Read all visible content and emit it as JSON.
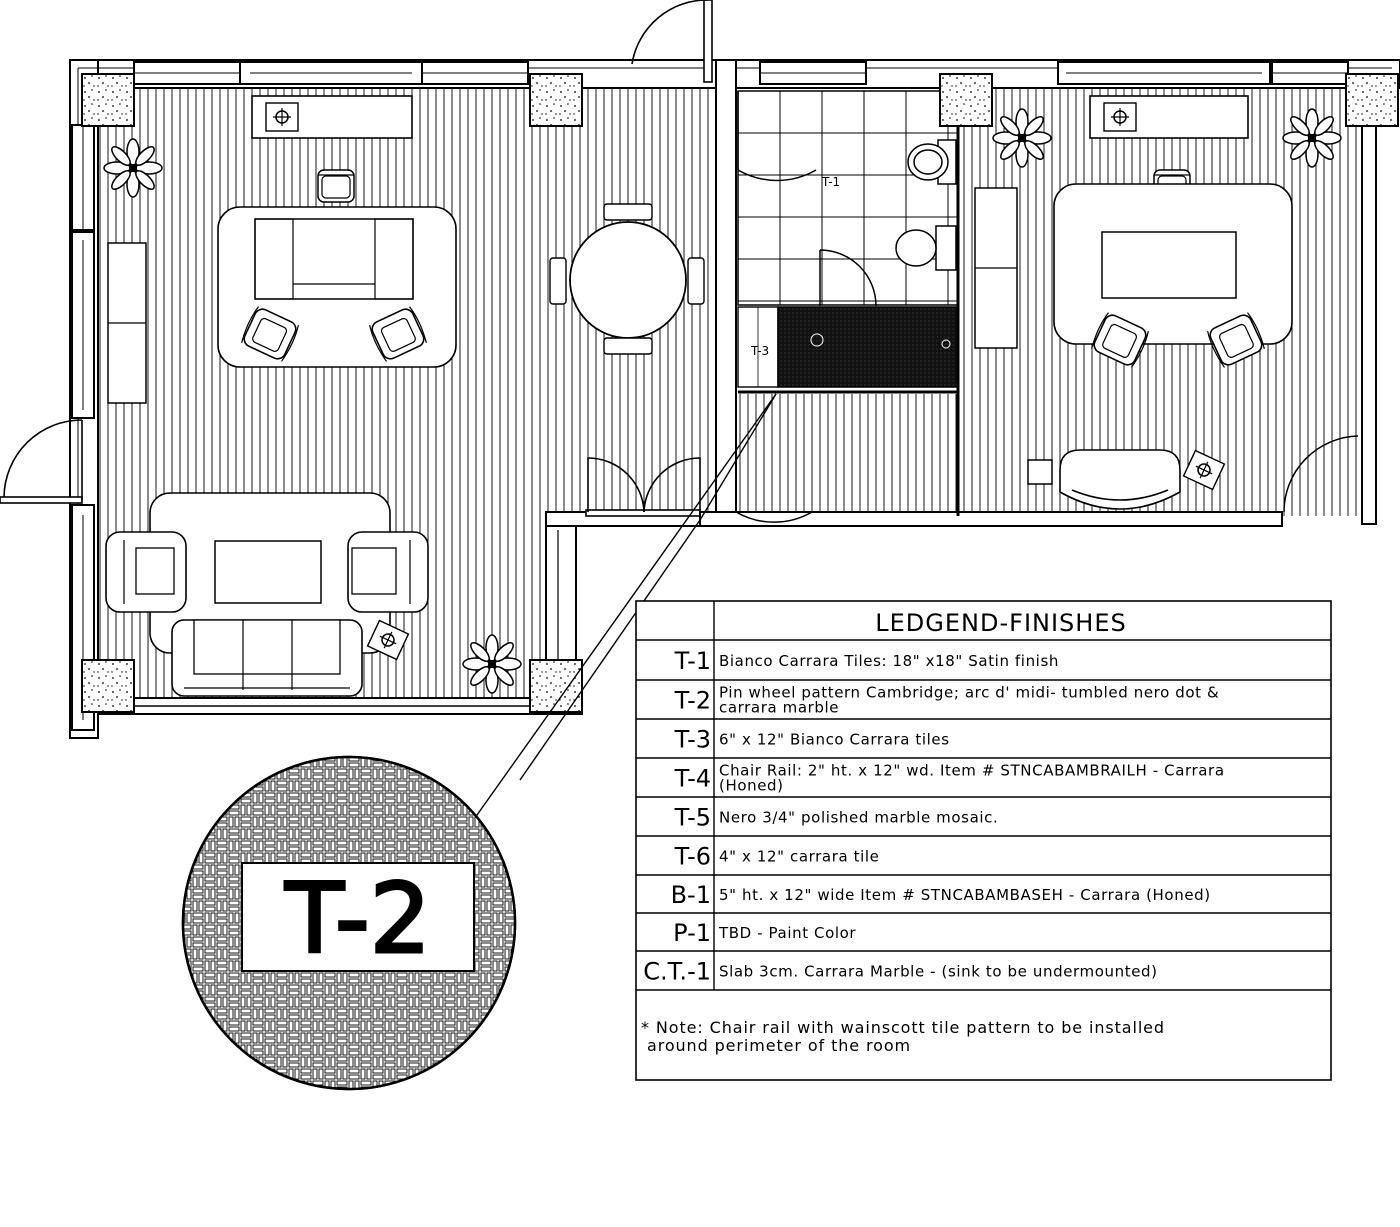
{
  "plan": {
    "tags": {
      "t1": "T-1",
      "t3": "T-3",
      "callout": "T-2"
    }
  },
  "legend": {
    "title": "LEDGEND-FINISHES",
    "rows": [
      {
        "code": "T-1",
        "lines": [
          "Bianco Carrara Tiles: 18\" x18\" Satin finish"
        ]
      },
      {
        "code": "T-2",
        "lines": [
          "Pin wheel pattern Cambridge; arc d' midi- tumbled nero dot &",
          "carrara marble"
        ]
      },
      {
        "code": "T-3",
        "lines": [
          "6\" x 12\" Bianco Carrara tiles"
        ]
      },
      {
        "code": "T-4",
        "lines": [
          "Chair Rail: 2\" ht. x 12\" wd.  Item # STNCABAMBRAILH - Carrara",
          "(Honed)"
        ]
      },
      {
        "code": "T-5",
        "lines": [
          "Nero 3/4\" polished marble mosaic."
        ]
      },
      {
        "code": "T-6",
        "lines": [
          "4\" x 12\" carrara tile"
        ]
      },
      {
        "code": "B-1",
        "lines": [
          "5\" ht. x 12\" wide Item # STNCABAMBASEH - Carrara (Honed)"
        ]
      },
      {
        "code": "P-1",
        "lines": [
          "TBD - Paint Color"
        ]
      },
      {
        "code": "C.T.-1",
        "lines": [
          "Slab 3cm. Carrara Marble - (sink to be undermounted)"
        ]
      }
    ],
    "note_lines": [
      "* Note: Chair rail with wainscott tile pattern to be installed",
      " around perimeter of the room"
    ]
  },
  "icons": {
    "plant": "plant-icon",
    "lamp": "lamp-icon",
    "chair": "chair-icon",
    "armchair": "armchair-icon",
    "sofa": "sofa-icon",
    "toilet": "toilet-icon",
    "sink": "sink-icon",
    "door": "door-swing-icon"
  }
}
